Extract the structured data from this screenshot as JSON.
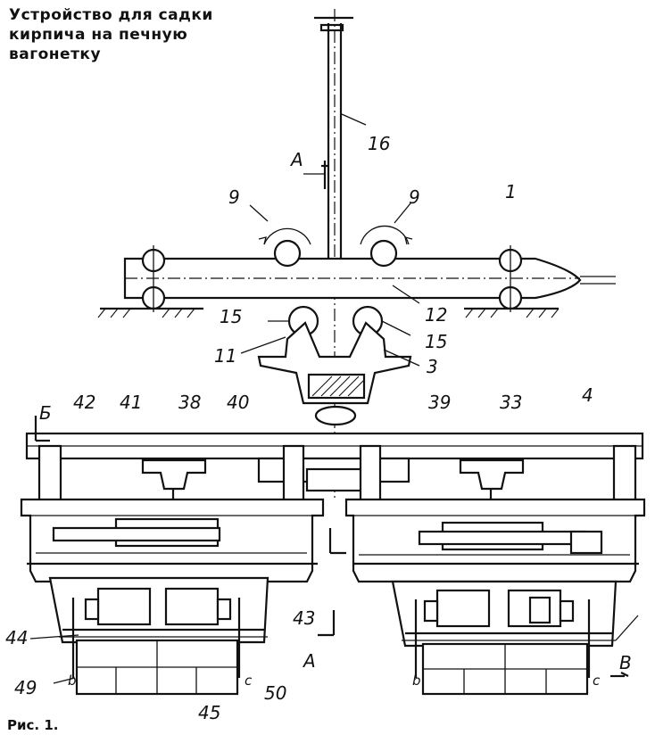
{
  "title": "Устройство для садки\nкирпича на печную\nвагонетку",
  "figure_label": "Рис. 1.",
  "labels": {
    "l16": "16",
    "lA_top": "А",
    "l9": "9",
    "l9b": "9",
    "l1": "1",
    "l15a": "15",
    "l15b": "15",
    "l12": "12",
    "l11": "11",
    "l3": "3",
    "lB_left": "Б",
    "l42": "42",
    "l41": "41",
    "l38": "38",
    "l40": "40",
    "l39": "39",
    "l33": "33",
    "l4": "4",
    "l44": "44",
    "l43": "43",
    "lA_bottom": "А",
    "lB_right": "В",
    "l49": "49",
    "l45": "45",
    "l50": "50",
    "lb_left": "b",
    "lc_left": "c",
    "lb_right": "b",
    "lc_right": "c"
  }
}
